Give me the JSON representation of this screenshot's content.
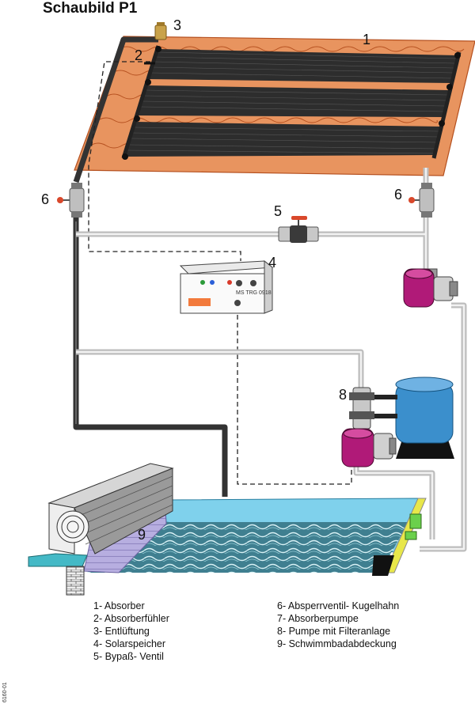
{
  "title": "Schaubild P1",
  "side_code": "6160-01",
  "controller": {
    "badge": "MS TRG 0918"
  },
  "callouts": {
    "c1": "1",
    "c2": "2",
    "c3": "3",
    "c4": "4",
    "c5": "5",
    "c6a": "6",
    "c6b": "6",
    "c8": "8",
    "c9": "9"
  },
  "legend": {
    "left": [
      "1- Absorber",
      "2- Absorberfühler",
      "3- Entlüftung",
      "4- Solarspeicher",
      "5- Bypaß- Ventil"
    ],
    "right": [
      "6- Absperrventil- Kugelhahn",
      "7- Absorberpumpe",
      "8- Pumpe mit Filteranlage",
      "9- Schwimmbadabdeckung"
    ]
  },
  "colors": {
    "roof": "#e8945f",
    "roof_line": "#b5501f",
    "absorber": "#2d2d2d",
    "pipe_dark": "#333333",
    "pipe_light": "#d3d3d3",
    "pump": "#b01a78",
    "tank": "#3b8fcc",
    "pool_edge": "#7fd1ec",
    "water": "#4d8e9e",
    "cover": "#b7aee0",
    "valve_handle": "#d9482b"
  }
}
